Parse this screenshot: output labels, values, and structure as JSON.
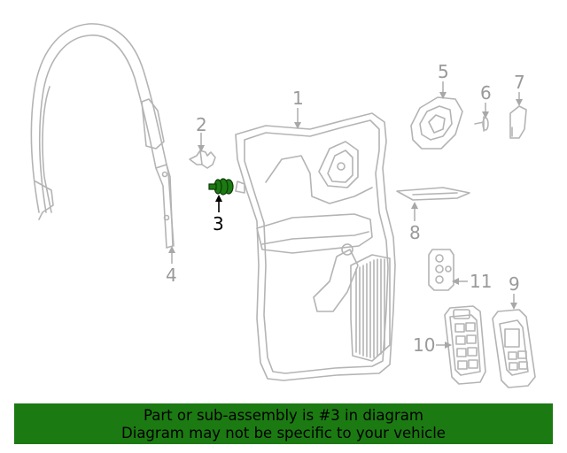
{
  "diagram": {
    "callouts": {
      "c1": "1",
      "c2": "2",
      "c3": "3",
      "c4": "4",
      "c5": "5",
      "c6": "6",
      "c7": "7",
      "c8": "8",
      "c9": "9",
      "c10": "10",
      "c11": "11"
    },
    "highlighted_part": "3",
    "highlight_color": "#1c7a12",
    "line_color": "#b4b4b4"
  },
  "banner": {
    "line1": "Part or sub-assembly is #3 in diagram",
    "line2": "Diagram may not be specific to your vehicle",
    "background": "#1c7a12"
  }
}
